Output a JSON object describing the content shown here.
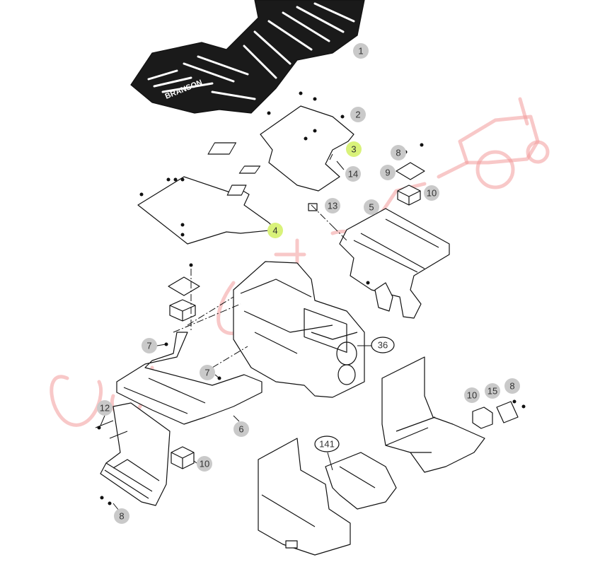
{
  "diagram": {
    "brand_on_mat": "BRANSON",
    "callouts": [
      {
        "id": "c1",
        "label": "1",
        "style": "gray"
      },
      {
        "id": "c2",
        "label": "2",
        "style": "gray"
      },
      {
        "id": "c3",
        "label": "3",
        "style": "highlight"
      },
      {
        "id": "c14",
        "label": "14",
        "style": "gray"
      },
      {
        "id": "c8a",
        "label": "8",
        "style": "gray"
      },
      {
        "id": "c9",
        "label": "9",
        "style": "gray"
      },
      {
        "id": "c10a",
        "label": "10",
        "style": "gray"
      },
      {
        "id": "c13",
        "label": "13",
        "style": "gray"
      },
      {
        "id": "c5",
        "label": "5",
        "style": "gray"
      },
      {
        "id": "c4",
        "label": "4",
        "style": "highlight"
      },
      {
        "id": "c36",
        "label": "36",
        "style": "oval"
      },
      {
        "id": "c7a",
        "label": "7",
        "style": "gray"
      },
      {
        "id": "c7b",
        "label": "7",
        "style": "gray"
      },
      {
        "id": "c12",
        "label": "12",
        "style": "gray"
      },
      {
        "id": "c6",
        "label": "6",
        "style": "gray"
      },
      {
        "id": "c10b",
        "label": "10",
        "style": "gray"
      },
      {
        "id": "c8b",
        "label": "8",
        "style": "gray"
      },
      {
        "id": "c10c",
        "label": "10",
        "style": "gray"
      },
      {
        "id": "c15",
        "label": "15",
        "style": "gray"
      },
      {
        "id": "c8c",
        "label": "8",
        "style": "gray"
      },
      {
        "id": "c141",
        "label": "141",
        "style": "oval"
      }
    ]
  }
}
